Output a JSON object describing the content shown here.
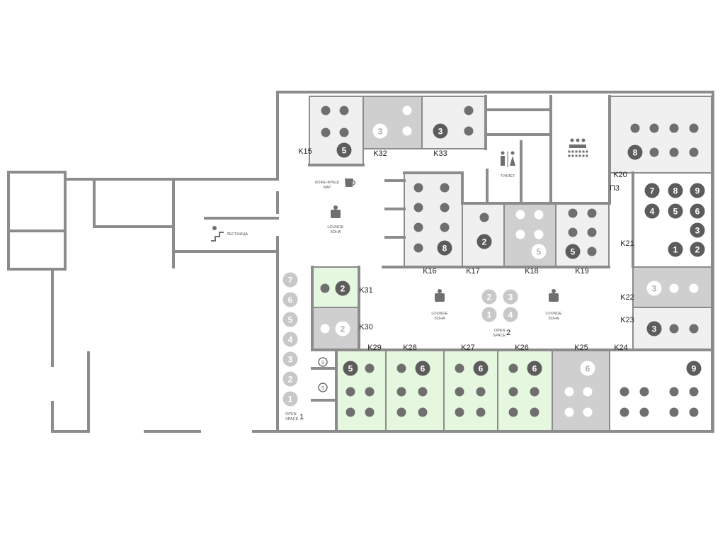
{
  "colors": {
    "wall": "#8c8c8c",
    "room_light": "#f0f0f0",
    "room_gray": "#cfcfcf",
    "room_green": "#e6f7e0",
    "dot_dark": "#6f6f6f",
    "dot_light_on_gray": "#ffffff",
    "badge_dark": "#5c5c5c",
    "badge_light": "#c8c8c8"
  },
  "icons": [
    "stairs-icon",
    "lounge-chair-icon",
    "coffee-cup-icon",
    "restroom-icon",
    "meeting-room-icon",
    "phone-booth-icon"
  ],
  "labels": {
    "stairs": "ЛЕСТНИЦА",
    "lounge_line1": "LOUNGE",
    "lounge_line2": "ЗОНА",
    "coffee_line1": "КОФЕ-ФРЕШ",
    "coffee_line2": "БАР",
    "toilet": "ТУАЛЕТ",
    "openspace_line1": "OPEN",
    "openspace_line2": "SPACE",
    "openspace1_num": "1",
    "openspace2_num": "2",
    "p3": "П3"
  },
  "rooms": [
    {
      "id": "K15",
      "label": "K15",
      "capacity": "5",
      "style": "light"
    },
    {
      "id": "K32",
      "label": "K32",
      "capacity": "3",
      "style": "gray"
    },
    {
      "id": "K33",
      "label": "K33",
      "capacity": "3",
      "style": "light"
    },
    {
      "id": "K16",
      "label": "K16",
      "capacity": "8",
      "style": "light"
    },
    {
      "id": "K17",
      "label": "K17",
      "capacity": "2",
      "style": "light"
    },
    {
      "id": "K18",
      "label": "K18",
      "capacity": "5",
      "style": "gray"
    },
    {
      "id": "K19",
      "label": "K19",
      "capacity": "5",
      "style": "light"
    },
    {
      "id": "K20",
      "label": "K20",
      "capacity": "8",
      "style": "light"
    },
    {
      "id": "K21",
      "label": "K21",
      "capacity": "",
      "style": "white"
    },
    {
      "id": "K22",
      "label": "K22",
      "capacity": "3",
      "style": "gray"
    },
    {
      "id": "K23",
      "label": "K23",
      "capacity": "3",
      "style": "light"
    },
    {
      "id": "K24",
      "label": "K24",
      "capacity": "9",
      "style": "white"
    },
    {
      "id": "K25",
      "label": "K25",
      "capacity": "6",
      "style": "gray"
    },
    {
      "id": "K26",
      "label": "K26",
      "capacity": "6",
      "style": "green"
    },
    {
      "id": "K27",
      "label": "K27",
      "capacity": "6",
      "style": "green"
    },
    {
      "id": "K28",
      "label": "K28",
      "capacity": "6",
      "style": "green"
    },
    {
      "id": "K29",
      "label": "K29",
      "capacity": "5",
      "style": "green"
    },
    {
      "id": "K30",
      "label": "K30",
      "capacity": "2",
      "style": "gray"
    },
    {
      "id": "K31",
      "label": "K31",
      "capacity": "2",
      "style": "green"
    }
  ],
  "k21_desks": [
    "7",
    "8",
    "9",
    "4",
    "5",
    "6",
    "3",
    "1",
    "2"
  ],
  "openspace1_desks": [
    "7",
    "6",
    "5",
    "4",
    "3",
    "2",
    "1"
  ],
  "openspace2_desks": [
    "2",
    "3",
    "1",
    "4"
  ]
}
